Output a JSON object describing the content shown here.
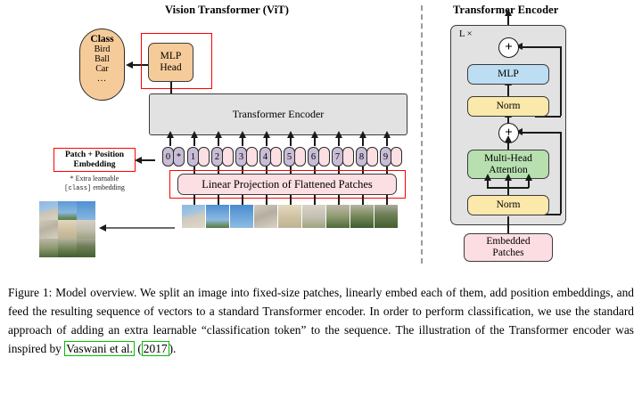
{
  "figure": {
    "left_panel": {
      "title": "Vision Transformer (ViT)",
      "class_head": "Class",
      "class_items": [
        "Bird",
        "Ball",
        "Car"
      ],
      "class_ellipsis": "...",
      "mlp_head": "MLP\nHead",
      "mlp_head_line1": "MLP",
      "mlp_head_line2": "Head",
      "transformer_encoder": "Transformer Encoder",
      "linear_projection": "Linear Projection of Flattened Patches",
      "patch_position_embedding": "Patch + Position\nEmbedding",
      "patch_position_line1": "Patch + Position",
      "patch_position_line2": "Embedding",
      "extra_note_line1": "* Extra learnable",
      "extra_note_mono": "[class]",
      "extra_note_line2_tail": " embedding",
      "star_symbol": "*",
      "tokens": [
        "0",
        "1",
        "2",
        "3",
        "4",
        "5",
        "6",
        "7",
        "8",
        "9"
      ]
    },
    "right_panel": {
      "title": "Transformer Encoder",
      "repeat_label": "L ×",
      "blocks": [
        {
          "label": "MLP",
          "color": "#bcddf2"
        },
        {
          "label": "Norm",
          "color": "#fbe8ab"
        },
        {
          "label": "Multi-Head\nAttention",
          "color": "#b7dfb0"
        },
        {
          "label": "Norm",
          "color": "#fbe8ab"
        }
      ],
      "mlp": "MLP",
      "norm_top": "Norm",
      "mha_line1": "Multi-Head",
      "mha_line2": "Attention",
      "norm_bottom": "Norm",
      "embedded_patches_line1": "Embedded",
      "embedded_patches_line2": "Patches",
      "plus_symbol": "+"
    },
    "colors": {
      "class_pill": "#f6cb9a",
      "mlp_head": "#f6cb9a",
      "encoder_gray": "#e2e2e2",
      "token_number": "#c9bcd6",
      "token_pad": "#fbdfe3",
      "linear_projection": "#fbdfe3",
      "highlight_red": "#ff0000",
      "mlp_blue": "#bcddf2",
      "norm_yellow": "#fbe8ab",
      "attention_green": "#b7dfb0",
      "embedded_pink": "#fbdde2",
      "citation_green": "#00c000"
    }
  },
  "caption": {
    "text_part1": "Figure 1: Model overview. We split an image into fixed-size patches, linearly embed each of them, add position embeddings, and feed the resulting sequence of vectors to a standard Transformer encoder. In order to perform classification, we use the standard approach of adding an extra learnable “classification token” to the sequence. The illustration of the Transformer encoder was inspired by ",
    "citation_author": "Vaswani et al.",
    "citation_space": " (",
    "citation_year": "2017",
    "text_part2": ")."
  }
}
